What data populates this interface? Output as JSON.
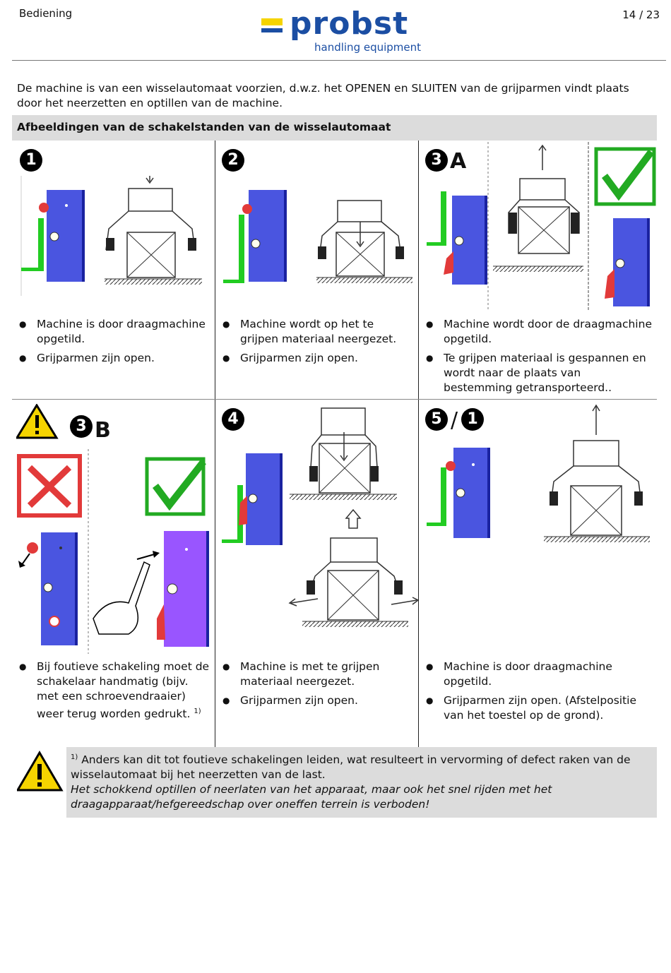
{
  "header": {
    "section": "Bediening",
    "page": "14 / 23",
    "brand": "probst",
    "tagline": "handling equipment"
  },
  "intro": "De machine is van een wisselautomaat voorzien, d.w.z. het OPENEN en SLUITEN van de grijparmen vindt plaats door het neerzetten en optillen van de machine.",
  "section_title": "Afbeeldingen van de schakelstanden van de wisselautomaat",
  "cells": [
    {
      "number": "1",
      "letter": "",
      "bullets": [
        "Machine is door draagmachine opgetild.",
        "Grijparmen zijn open."
      ]
    },
    {
      "number": "2",
      "letter": "",
      "bullets": [
        "Machine wordt op het te grijpen materiaal neergezet.",
        "Grijparmen zijn open."
      ]
    },
    {
      "number": "3",
      "letter": "A",
      "bullets": [
        "Machine wordt door de draagmachine opgetild.",
        "Te grijpen materiaal is gespannen en wordt naar de plaats van bestemming getransporteerd.."
      ]
    },
    {
      "number": "3",
      "letter": "B",
      "bullets": [
        "Bij foutieve schakeling moet de schakelaar handmatig (bijv. met een schroevendraaier) weer terug worden gedrukt."
      ],
      "footnote_ref": "1)"
    },
    {
      "number": "4",
      "letter": "",
      "bullets": [
        "Machine is  met te grijpen materiaal neergezet.",
        "Grijparmen zijn open."
      ]
    },
    {
      "number": "5",
      "slash": "/",
      "number2": "1",
      "bullets": [
        "Machine is door draagmachine opgetild.",
        "Grijparmen zijn open. (Afstelpositie van het toestel op de grond)."
      ]
    }
  ],
  "note": {
    "ref": "1)",
    "text": "Anders kan dit tot foutieve schakelingen leiden, wat resulteert in vervorming of defect raken van de wisselautomaat bij het neerzetten van de last.",
    "italic": "Het schokkend optillen of neerlaten van het apparaat, maar ook het snel rijden met het draagapparaat/hefgereedschap over oneffen terrein is verboden!"
  },
  "colors": {
    "brand_blue": "#1b4ea3",
    "brand_yellow": "#f5d400",
    "band_grey": "#dcdcdc",
    "machine_blue": "#4a55e0",
    "green": "#22cc22",
    "red": "#e23a3a"
  }
}
